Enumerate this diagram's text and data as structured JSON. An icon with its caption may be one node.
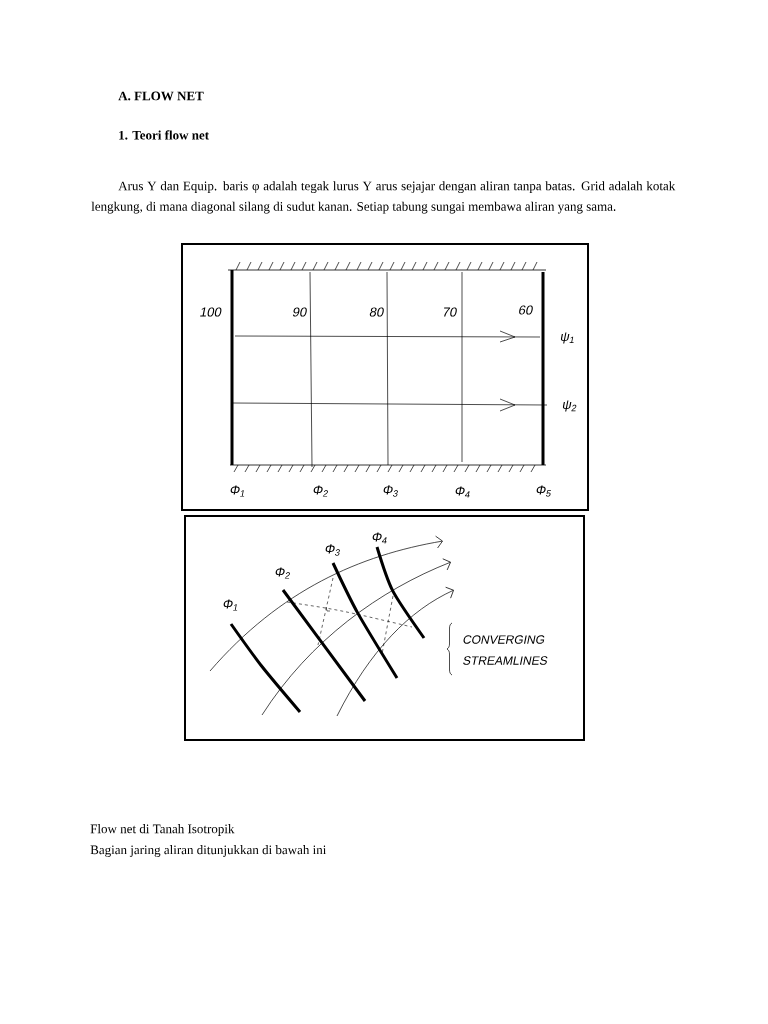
{
  "diagram": {
    "labels": [
      "A.  FLOW NET",
      "1.   Teori flow net",
      "Arus Y dan Equip. baris φ adalah tegak lurus Y arus sejajar dengan aliran tanpa batas. Grid adalah kotak lengkung, di mana diagonal silang di sudut kanan. Setiap tabung sungai membawa aliran yang sama.",
      "100",
      "90",
      "80",
      "70",
      "60",
      "ψ$_{1}$",
      "ψ$_{2}$",
      "Φ$_{1}$",
      "Φ$_{2}$",
      "Φ$_{3}$",
      "Φ$_{4}$",
      "Φ$_{5}$",
      "Φ$_{1}$",
      "Φ$_{2}$",
      "Φ$_{3}$",
      "Φ$_{4}$",
      "CONVERGING STREAMLINES",
      "Flow net  di Tanah Isotropik",
      "Bagian jaring aliran ditunjukkan di bawah ini"
    ]
  }
}
